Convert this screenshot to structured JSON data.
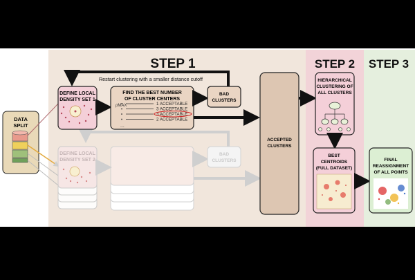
{
  "colors": {
    "band_white": "#ffffff",
    "step1_bg": "#f1e6dc",
    "step2_bg": "#f2d3d8",
    "step3_bg": "#e5efde",
    "box_tan": "#ead5c3",
    "box_pink": "#f4cfd8",
    "box_green": "#dcefd3",
    "arrow": "#111111",
    "faded": "#d3d3d3",
    "highlight": "#cc2222"
  },
  "steps": {
    "step1": "STEP 1",
    "step2": "STEP 2",
    "step3": "STEP 3"
  },
  "data_split": {
    "label_line1": "DATA",
    "label_line2": "SPLIT",
    "icon": "database-stack-icon",
    "segment_colors": [
      "#e89a8c",
      "#efd05b",
      "#7fb069"
    ]
  },
  "restart_label": "Restart clustering with a smaller distance cutoff",
  "define_density_1": {
    "line1": "DEFINE LOCAL",
    "line2": "DENSITY SET 1"
  },
  "define_density_2": {
    "line1": "DEFINE LOCAL",
    "line2": "DENSITY SET 2"
  },
  "best_number": {
    "line1": "FIND THE BEST NUMBER",
    "line2": "OF CLUSTER CENTERS",
    "rho_label": "ρMAX",
    "rows": [
      "1 ACCEPTABLE",
      "3 ACCEPTABLE",
      "3 ACCEPTABLE",
      "2 ACCEPTABLE"
    ],
    "ellipsis": "...",
    "highlighted_row": 2
  },
  "bad_clusters_1": {
    "line1": "BAD",
    "line2": "CLUSTERS"
  },
  "bad_clusters_2": {
    "line1": "BAD",
    "line2": "CLUSTERS"
  },
  "accepted_clusters": {
    "line1": "ACCEPTED",
    "line2": "CLUSTERS"
  },
  "hierarchical": {
    "line1": "HIERARCHICAL",
    "line2": "CLUSTERING OF",
    "line3": "ALL CLUSTERS",
    "icon": "tree-hierarchy-icon"
  },
  "best_centroids": {
    "line1": "BEST",
    "line2": "CENTROIDS",
    "line3": "(FULL DATASET)"
  },
  "final_reassignment": {
    "line1": "FINAL",
    "line2": "REASSIGNMENT",
    "line3": "OF ALL POINTS"
  }
}
